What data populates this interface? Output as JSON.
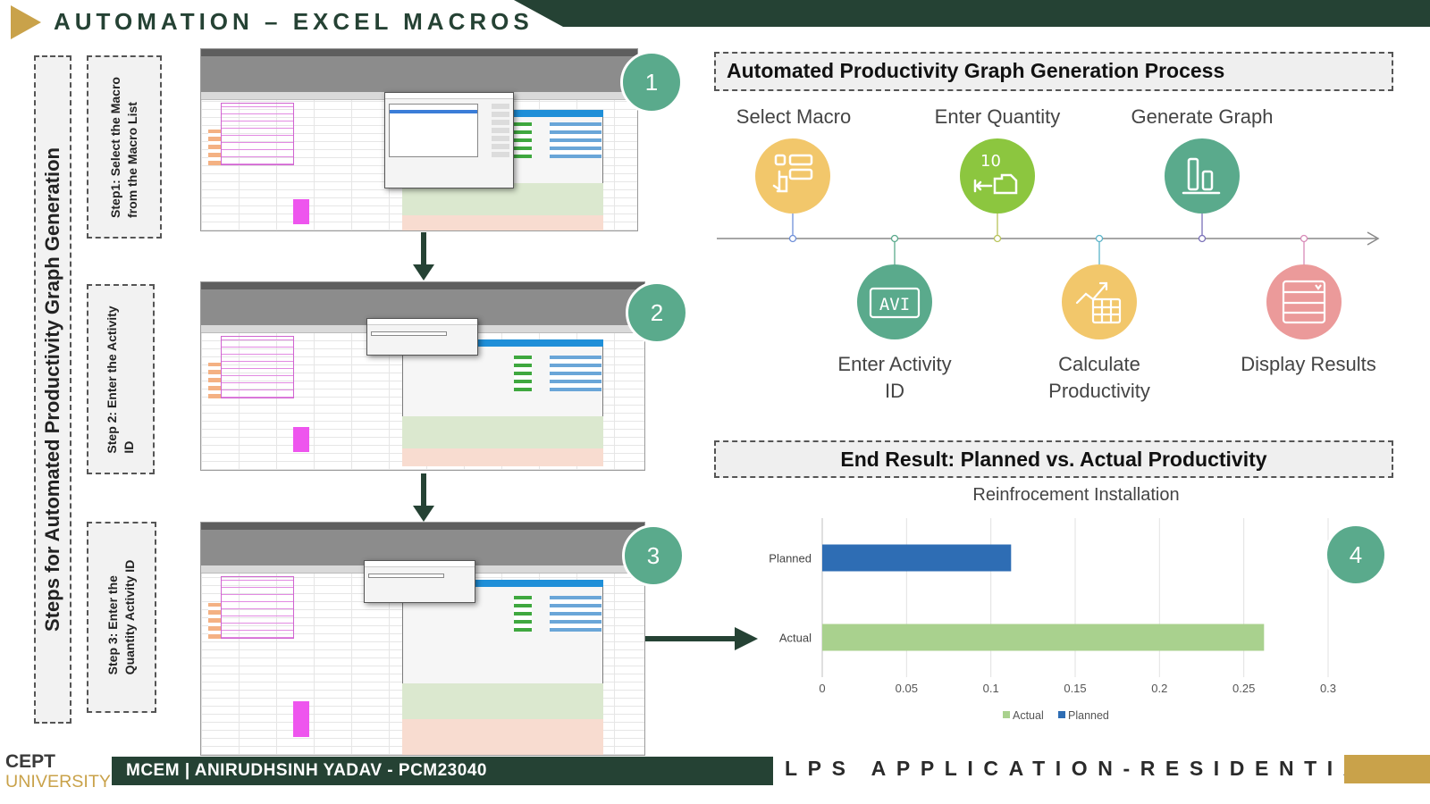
{
  "header": {
    "title": "AUTOMATION – EXCEL MACROS",
    "accent_color": "#c9a24a",
    "band_color": "#254234"
  },
  "left_panel": {
    "vertical_title": "Steps for Automated Productivity Graph Generation",
    "steps": [
      {
        "number": "1",
        "line1": "Step1: Select the Macro",
        "line2": "from the Macro List"
      },
      {
        "number": "2",
        "line1": "Step 2: Enter the Activity",
        "line2": "ID"
      },
      {
        "number": "3",
        "line1": "Step 3: Enter the",
        "line2": "Quantity Activity ID"
      }
    ]
  },
  "process": {
    "title": "Automated Productivity Graph Generation Process",
    "top_steps": [
      {
        "label": "Select Macro",
        "icon": "hand-click-list-icon",
        "color": "#f2c76b"
      },
      {
        "label": "Enter Quantity",
        "icon": "quantity-input-icon",
        "color": "#8cc63f"
      },
      {
        "label": "Generate Graph",
        "icon": "bar-graph-icon",
        "color": "#5aaa8c"
      }
    ],
    "bottom_steps": [
      {
        "label_line1": "Enter Activity",
        "label_line2": "ID",
        "icon": "id-input-icon",
        "icon_text": "AVI",
        "color": "#5aaa8c"
      },
      {
        "label_line1": "Calculate",
        "label_line2": "Productivity",
        "icon": "calculator-chart-icon",
        "color": "#f2c76b"
      },
      {
        "label_line1": "Display Results",
        "label_line2": "",
        "icon": "display-results-icon",
        "color": "#eb9a9a"
      }
    ],
    "icon_quantity_text": "10"
  },
  "result": {
    "title": "End Result: Planned vs. Actual Productivity",
    "number": "4"
  },
  "chart_data": {
    "type": "bar",
    "orientation": "horizontal",
    "title": "Reinfrocement Installation",
    "categories": [
      "Planned",
      "Actual"
    ],
    "series": [
      {
        "name": "Planned",
        "values": [
          0.112,
          null
        ],
        "color": "#2e6db4"
      },
      {
        "name": "Actual",
        "values": [
          null,
          0.262
        ],
        "color": "#a9d18e"
      }
    ],
    "xlim": [
      0,
      0.3
    ],
    "xticks": [
      "0",
      "0.05",
      "0.1",
      "0.15",
      "0.2",
      "0.25",
      "0.3"
    ],
    "grid": true,
    "legend": [
      "Actual",
      "Planned"
    ],
    "legend_position": "bottom"
  },
  "footer": {
    "logo_line1": "CEPT",
    "logo_line2": "UNIVERSITY",
    "author": "MCEM  | ANIRUDHSINH YADAV - PCM23040",
    "project": "LPS APPLICATION-RESIDENTIAL"
  }
}
